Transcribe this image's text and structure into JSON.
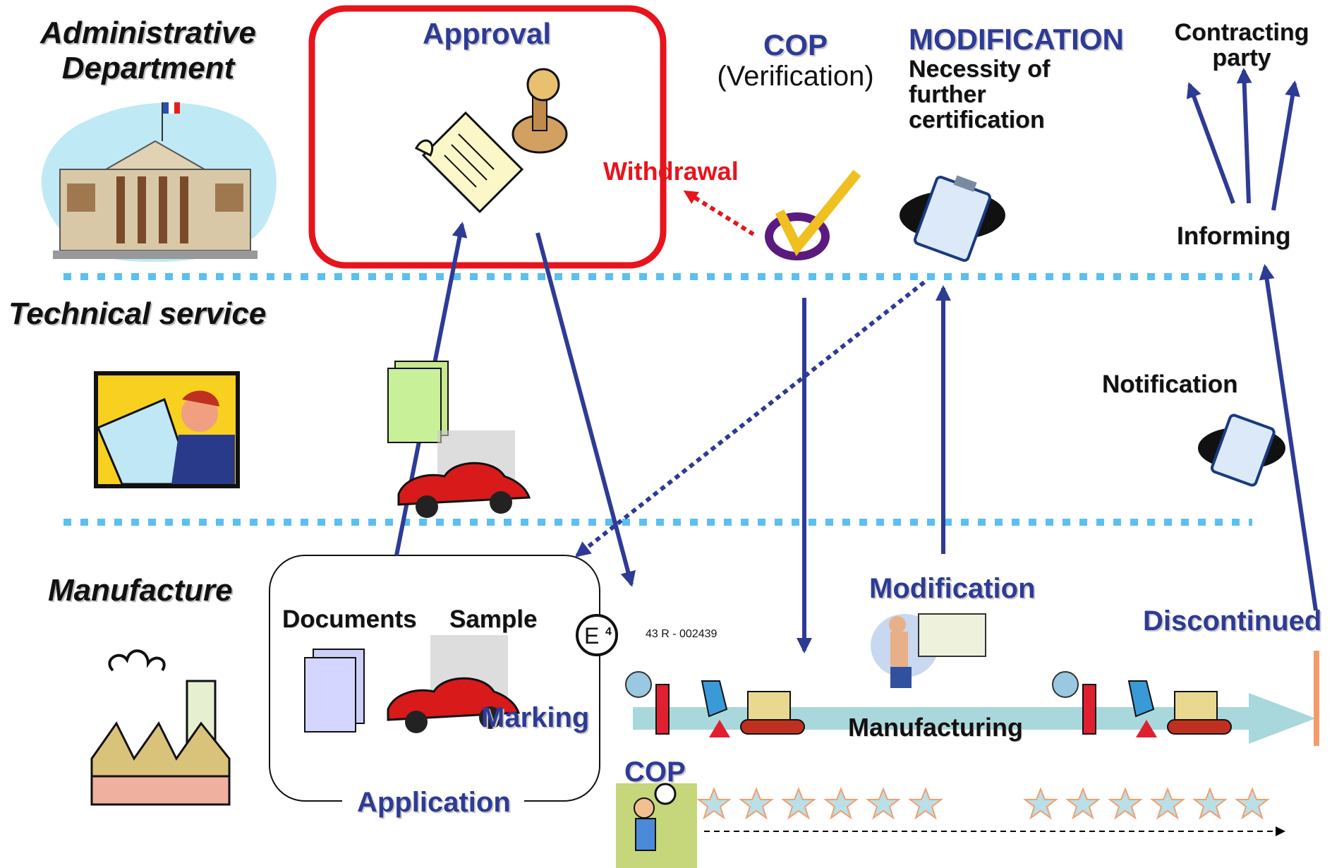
{
  "rows": {
    "administrative": [
      "Administrative",
      "Department"
    ],
    "technical": "Technical service",
    "manufacture": "Manufacture"
  },
  "approval": "Approval",
  "withdrawal": "Withdrawal",
  "cop_top": {
    "title": "COP",
    "subtitle": "(Verification)"
  },
  "modification_top": {
    "title": "MODIFICATION",
    "lines": [
      "Necessity of",
      "further",
      "certification"
    ]
  },
  "contracting_party": [
    "Contracting",
    "party"
  ],
  "informing": "Informing",
  "notification": "Notification",
  "application": {
    "documents": "Documents",
    "sample": "Sample",
    "marking": "Marking",
    "label": "Application"
  },
  "mark": {
    "e_number": "4",
    "approval_code": "43 R - 002439"
  },
  "modification_mid": "Modification",
  "discontinued": "Discontinued",
  "manufacturing": "Manufacturing",
  "cop_bottom": "COP",
  "colors": {
    "arrow": "#2e3b95",
    "dotted": "#5bc0f0",
    "approval_box": "#e8141c",
    "withdrawal": "#e8141c",
    "band": "#a8d8dc"
  },
  "icons": [
    "courthouse-icon",
    "drafter-icon",
    "factory-icon",
    "scroll-stamp-icon",
    "checkmark-icon",
    "clipboard-icon",
    "documents-icon",
    "car-icon",
    "inspector-icon",
    "star-icon"
  ]
}
